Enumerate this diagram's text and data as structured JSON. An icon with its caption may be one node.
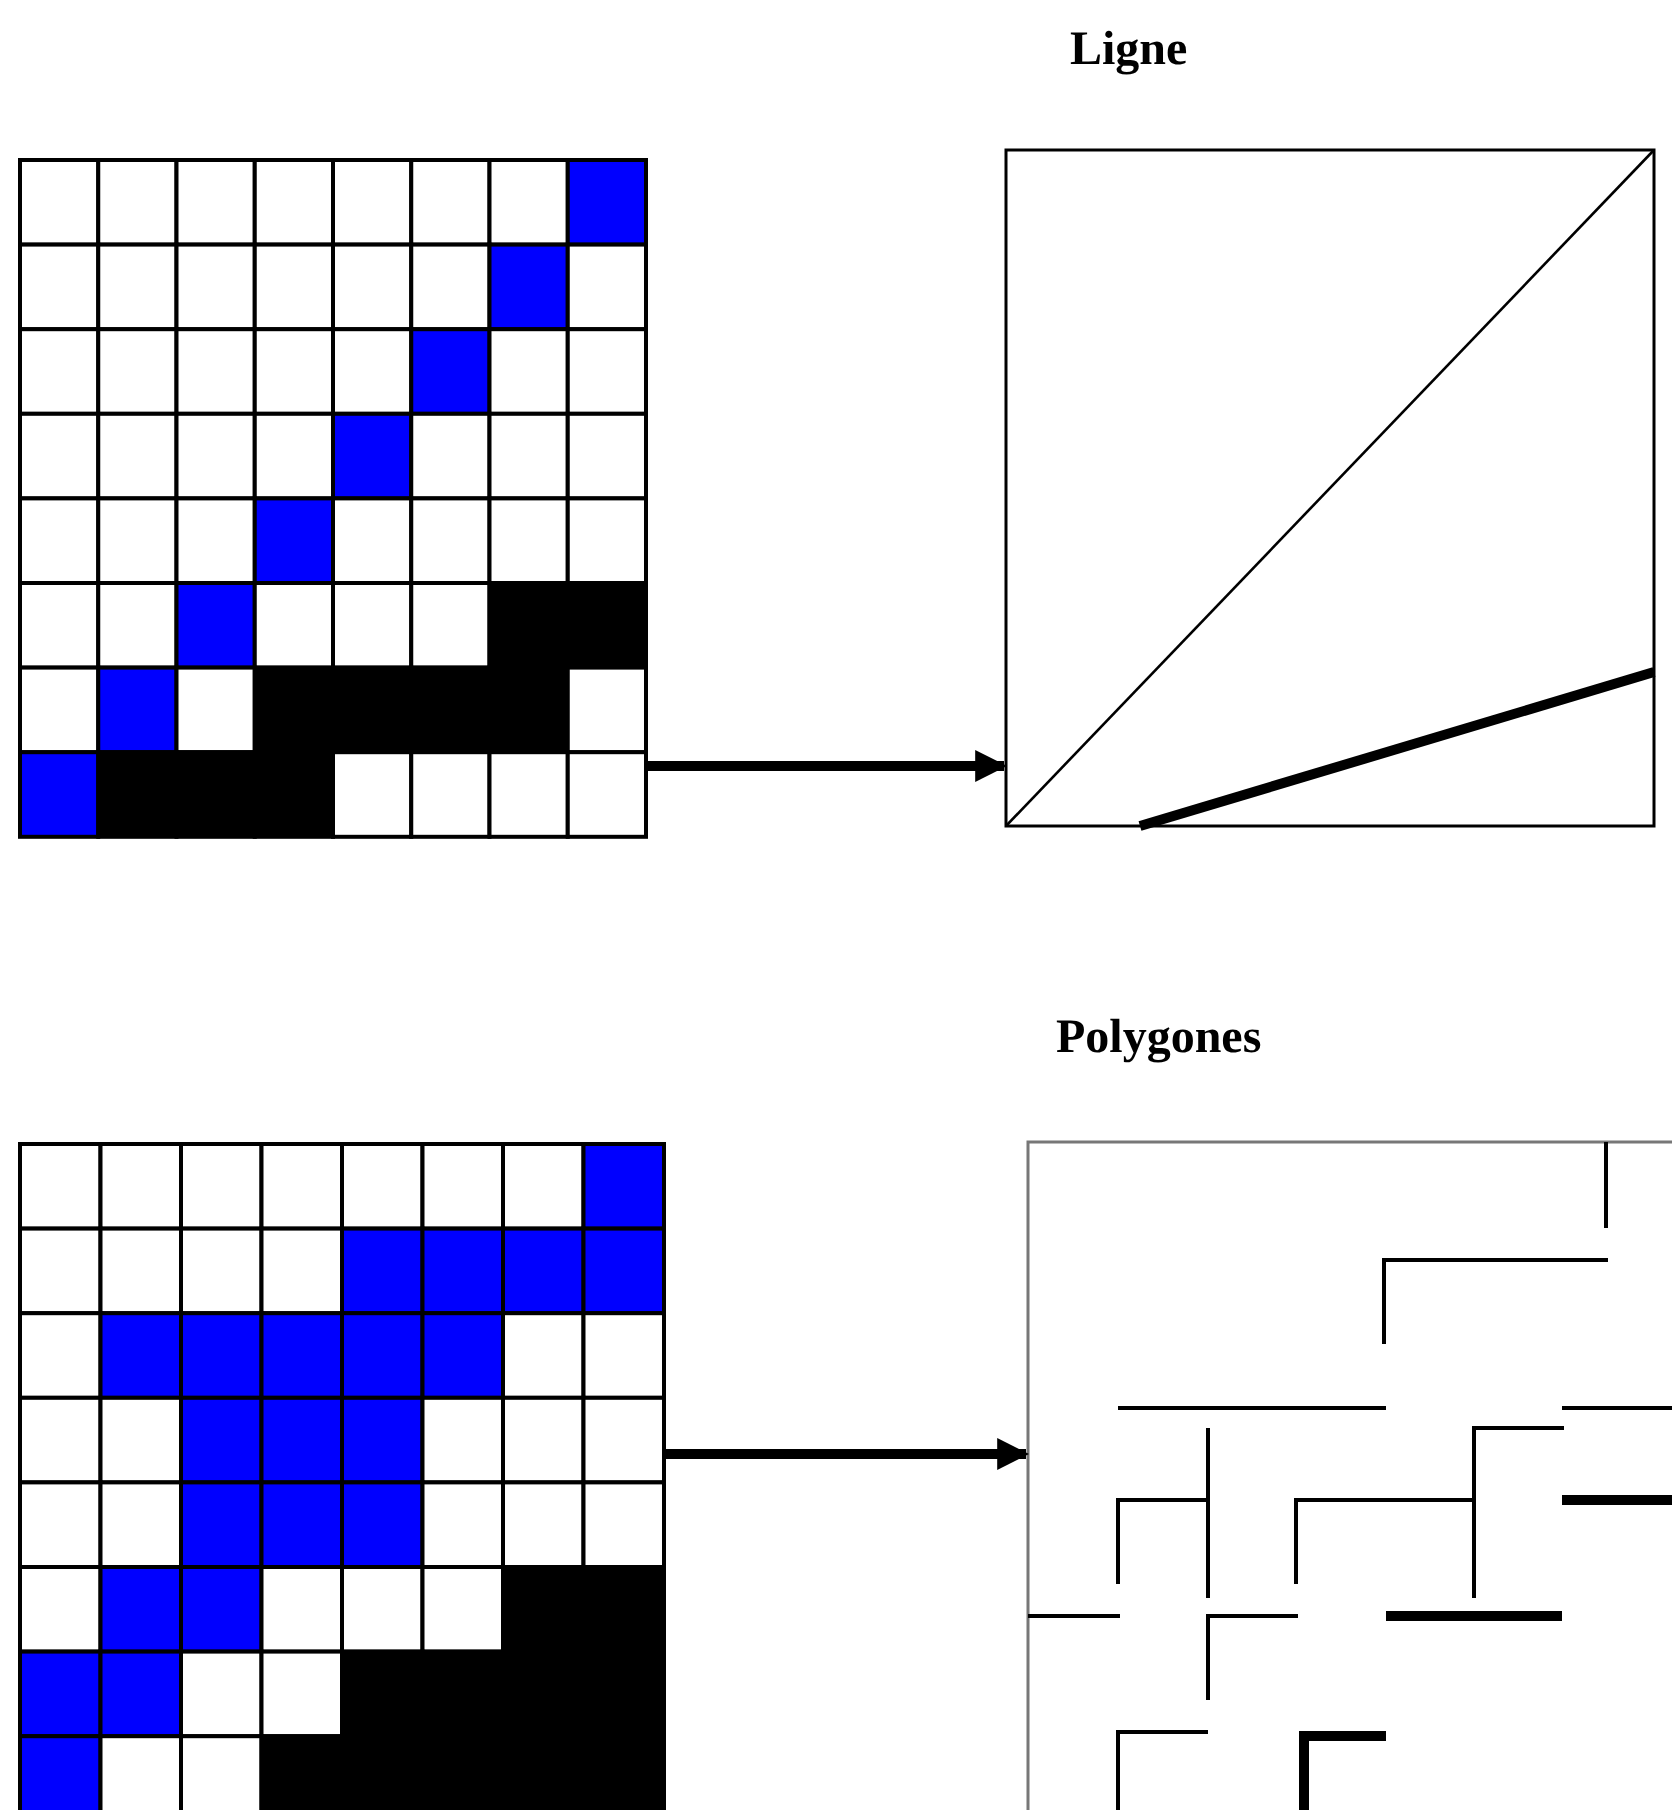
{
  "diagram": {
    "nodes": [
      {
        "text": [],
        "shape": "picture"
      },
      {
        "text": [
          "Ligne"
        ]
      },
      {
        "text": [],
        "shape": "picture"
      },
      {
        "text": [
          "Polygones"
        ]
      }
    ],
    "edges": [
      {
        "from": 0,
        "to": 1,
        "arrow": "to"
      },
      {
        "from": 2,
        "to": 3,
        "arrow": "to"
      }
    ]
  }
}
